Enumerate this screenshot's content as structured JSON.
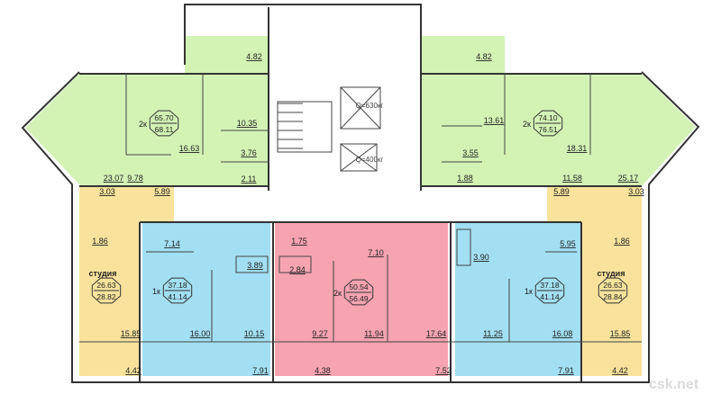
{
  "colors": {
    "green": "#d3f3b5",
    "yellow": "#f9e39c",
    "blue": "#a2dff2",
    "pink": "#f6a4b0"
  },
  "apartments": [
    {
      "id": "left-2k",
      "type": "2к",
      "living": "65.70",
      "total": "68.11",
      "rooms": [
        "4.82",
        "10.35",
        "16.63",
        "3.76",
        "2.11",
        "23.07",
        "9.78"
      ]
    },
    {
      "id": "right-2k",
      "type": "2к",
      "living": "74.10",
      "total": "76.51",
      "rooms": [
        "4.82",
        "13.61",
        "18.31",
        "3.55",
        "1.88",
        "11.58",
        "25.17"
      ]
    },
    {
      "id": "left-studio",
      "type": "студия",
      "living": "26.63",
      "total": "28.82",
      "rooms": [
        "3.03",
        "5.89",
        "1.86",
        "15.85",
        "4.42"
      ]
    },
    {
      "id": "left-1k",
      "type": "1к",
      "living": "37.18",
      "total": "41.14",
      "rooms": [
        "7.14",
        "3.89",
        "16.00",
        "10.15",
        "7.91"
      ]
    },
    {
      "id": "center-2k",
      "type": "2к",
      "living": "50.54",
      "total": "56.49",
      "rooms": [
        "1.75",
        "2.84",
        "7.10",
        "9.27",
        "11.94",
        "17.64",
        "4.38",
        "7.52"
      ]
    },
    {
      "id": "right-1k",
      "type": "1к",
      "living": "37.18",
      "total": "41.14",
      "rooms": [
        "3.90",
        "5.95",
        "11.25",
        "16.08",
        "7.91"
      ]
    },
    {
      "id": "right-studio",
      "type": "студия",
      "living": "26.63",
      "total": "28.84",
      "rooms": [
        "5.89",
        "3.03",
        "1.86",
        "15.85",
        "4.42"
      ]
    }
  ],
  "elevators": [
    "Q=630кг",
    "Q=400кг"
  ],
  "watermark": "csk.net"
}
